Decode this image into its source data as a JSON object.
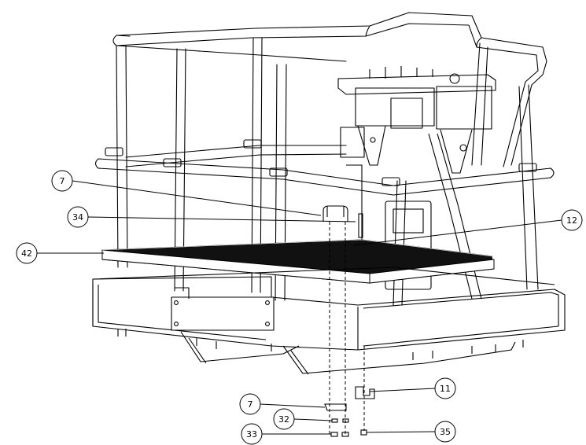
{
  "callouts": {
    "c7_top": "7",
    "c34": "34",
    "c42": "42",
    "c12": "12",
    "c11": "11",
    "c7_bottom": "7",
    "c32": "32",
    "c33": "33",
    "c35": "35"
  }
}
